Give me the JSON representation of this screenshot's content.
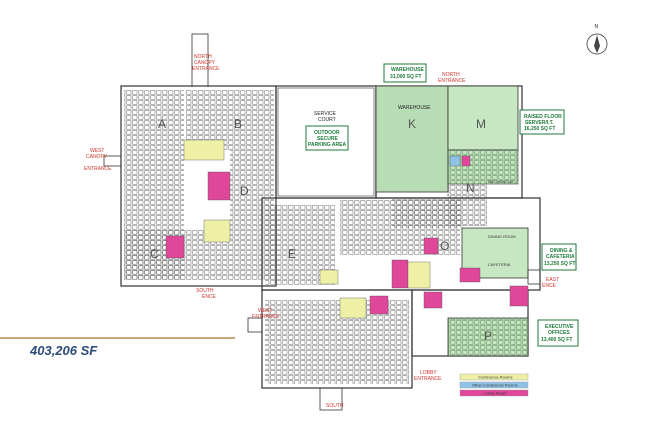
{
  "total_area": "403,206 SF",
  "compass": {
    "label": "N",
    "icon": "north-arrow-icon"
  },
  "callouts": {
    "warehouse": [
      "WAREHOUSE",
      "31,000 SQ FT"
    ],
    "outdoor": [
      "OUTDOOR",
      "SECURE",
      "PARKING AREA"
    ],
    "raised": [
      "RAISED FLOOR",
      "SERVER/I.T.",
      "16,250 SQ FT"
    ],
    "dining": [
      "DINING &",
      "CAFETERIA",
      "13,250 SQ FT"
    ],
    "executive": [
      "EXECUTIVE",
      "OFFICES",
      "13,400 SQ FT"
    ]
  },
  "entrances": {
    "north_canopy": [
      "NORTH",
      "CANOPY",
      "ENTRANCE"
    ],
    "north": [
      "NORTH",
      "ENTRANCE"
    ],
    "west_canopy": [
      "WEST",
      "CANOPY",
      "ENTRANCE"
    ],
    "south": [
      "SOUTH",
      "ENCE"
    ],
    "west": [
      "WEST",
      "ENTRANCE"
    ],
    "east": [
      "EAST",
      "ENCE"
    ],
    "lobby": [
      "LOBBY",
      "ENTRANCE"
    ],
    "bottom_south": "SOUTH"
  },
  "rooms": {
    "service_court": [
      "SERVICE",
      "COURT"
    ],
    "warehouse": "WAREHOUSE",
    "mechanical": "MECHANICAL",
    "cafeteria": "CAFETERIA",
    "dining_room": "DINING ROOM"
  },
  "sections": [
    "A",
    "B",
    "C",
    "D",
    "E",
    "K",
    "M",
    "N",
    "O",
    "P"
  ],
  "legend": [
    "Conference Rooms",
    "Other Conference Rooms",
    "Lobby Areas"
  ],
  "colors": {
    "warehouse": "#b8dcb3",
    "greenzone": "#c7e6c2",
    "pink": "#e0479a",
    "yellow": "#eef0a6",
    "blue": "#8fc3e6",
    "callout": "#1d7a3a",
    "red": "#d0352b"
  }
}
